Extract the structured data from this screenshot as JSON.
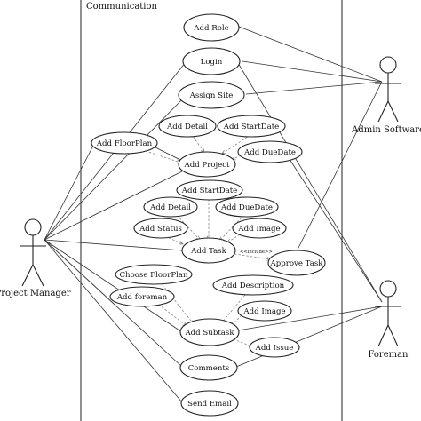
{
  "system": {
    "title": "Communication"
  },
  "actors": {
    "project_manager": "Project Manager",
    "admin_software": "Admin Software",
    "foreman": "Foreman"
  },
  "use_cases": {
    "add_role": "Add Role",
    "login": "Login",
    "assign_site": "Assign Site",
    "add_detail_1": "Add Detail",
    "add_startdate_1": "Add StartDate",
    "add_floorplan": "Add FloorPlan",
    "add_duedate_1": "Add DueDate",
    "add_project": "Add Project",
    "add_startdate_2": "Add StartDate",
    "add_detail_2": "Add Detail",
    "add_duedate_2": "Add DueDate",
    "add_status": "Add Status",
    "add_image_1": "Add Image",
    "add_task": "Add Task",
    "approve_task": "Approve Task",
    "choose_floorplan": "Choose FloorPlan",
    "add_foreman": "Add foreman",
    "add_description": "Add Description",
    "add_image_2": "Add Image",
    "add_subtask": "Add Subtask",
    "add_issue": "Add Issue",
    "comments": "Comments",
    "send_email": "Send Email"
  },
  "relations": {
    "include_label": "<<include>>"
  }
}
